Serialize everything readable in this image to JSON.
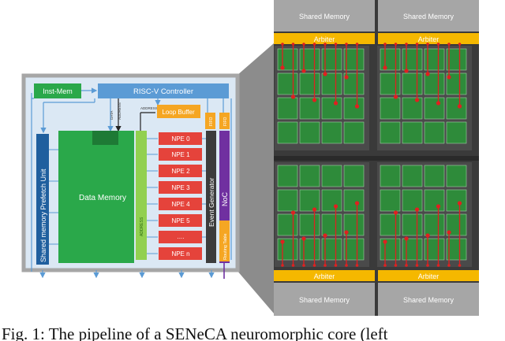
{
  "left_diagram": {
    "inst_mem": "Inst-Mem",
    "controller": "RISC-V Controller",
    "loop_buffer": "Loop Buffer",
    "data_memory": "Data Memory",
    "prefetch_unit": "Shared memory Prefetch Unit",
    "event_generator": "Event Generator",
    "noc": "NoC",
    "routing_table": "Routing Table",
    "fifo": "FIFO",
    "npe_labels": [
      "NPE 0",
      "NPE 1",
      "NPE 2",
      "NPE 3",
      "NPE 4",
      "NPE 5",
      "....",
      "NPE n"
    ],
    "small_labels": [
      "DATA",
      "ADDRESS",
      "ADDRESS",
      "ADDRESS"
    ],
    "colors": {
      "inst_mem": "#2aa84a",
      "controller": "#5b9bd5",
      "loop_buffer": "#f5a623",
      "data_memory": "#2aa84a",
      "npe": "#e5433b",
      "prefetch": "#1f5f9e",
      "event_generator": "#3c3c3c",
      "noc": "#7030a0",
      "frame": "#a6a6a6"
    }
  },
  "right_diagram": {
    "top_memory_labels": [
      "Shared Memory",
      "Shared Memory"
    ],
    "top_arbiter_labels": [
      "Arbiter",
      "Arbiter"
    ],
    "bottom_arbiter_labels": [
      "Arbiter",
      "Arbiter"
    ],
    "bottom_memory_labels": [
      "Shared Memory",
      "Shared Memory"
    ],
    "colors": {
      "memory": "#a6a6a6",
      "arbiter": "#f5b800",
      "chip": "#2e8b3a",
      "link": "#e02020"
    }
  },
  "caption": "Fig. 1: The pipeline of a SENeCA neuromorphic core (left"
}
